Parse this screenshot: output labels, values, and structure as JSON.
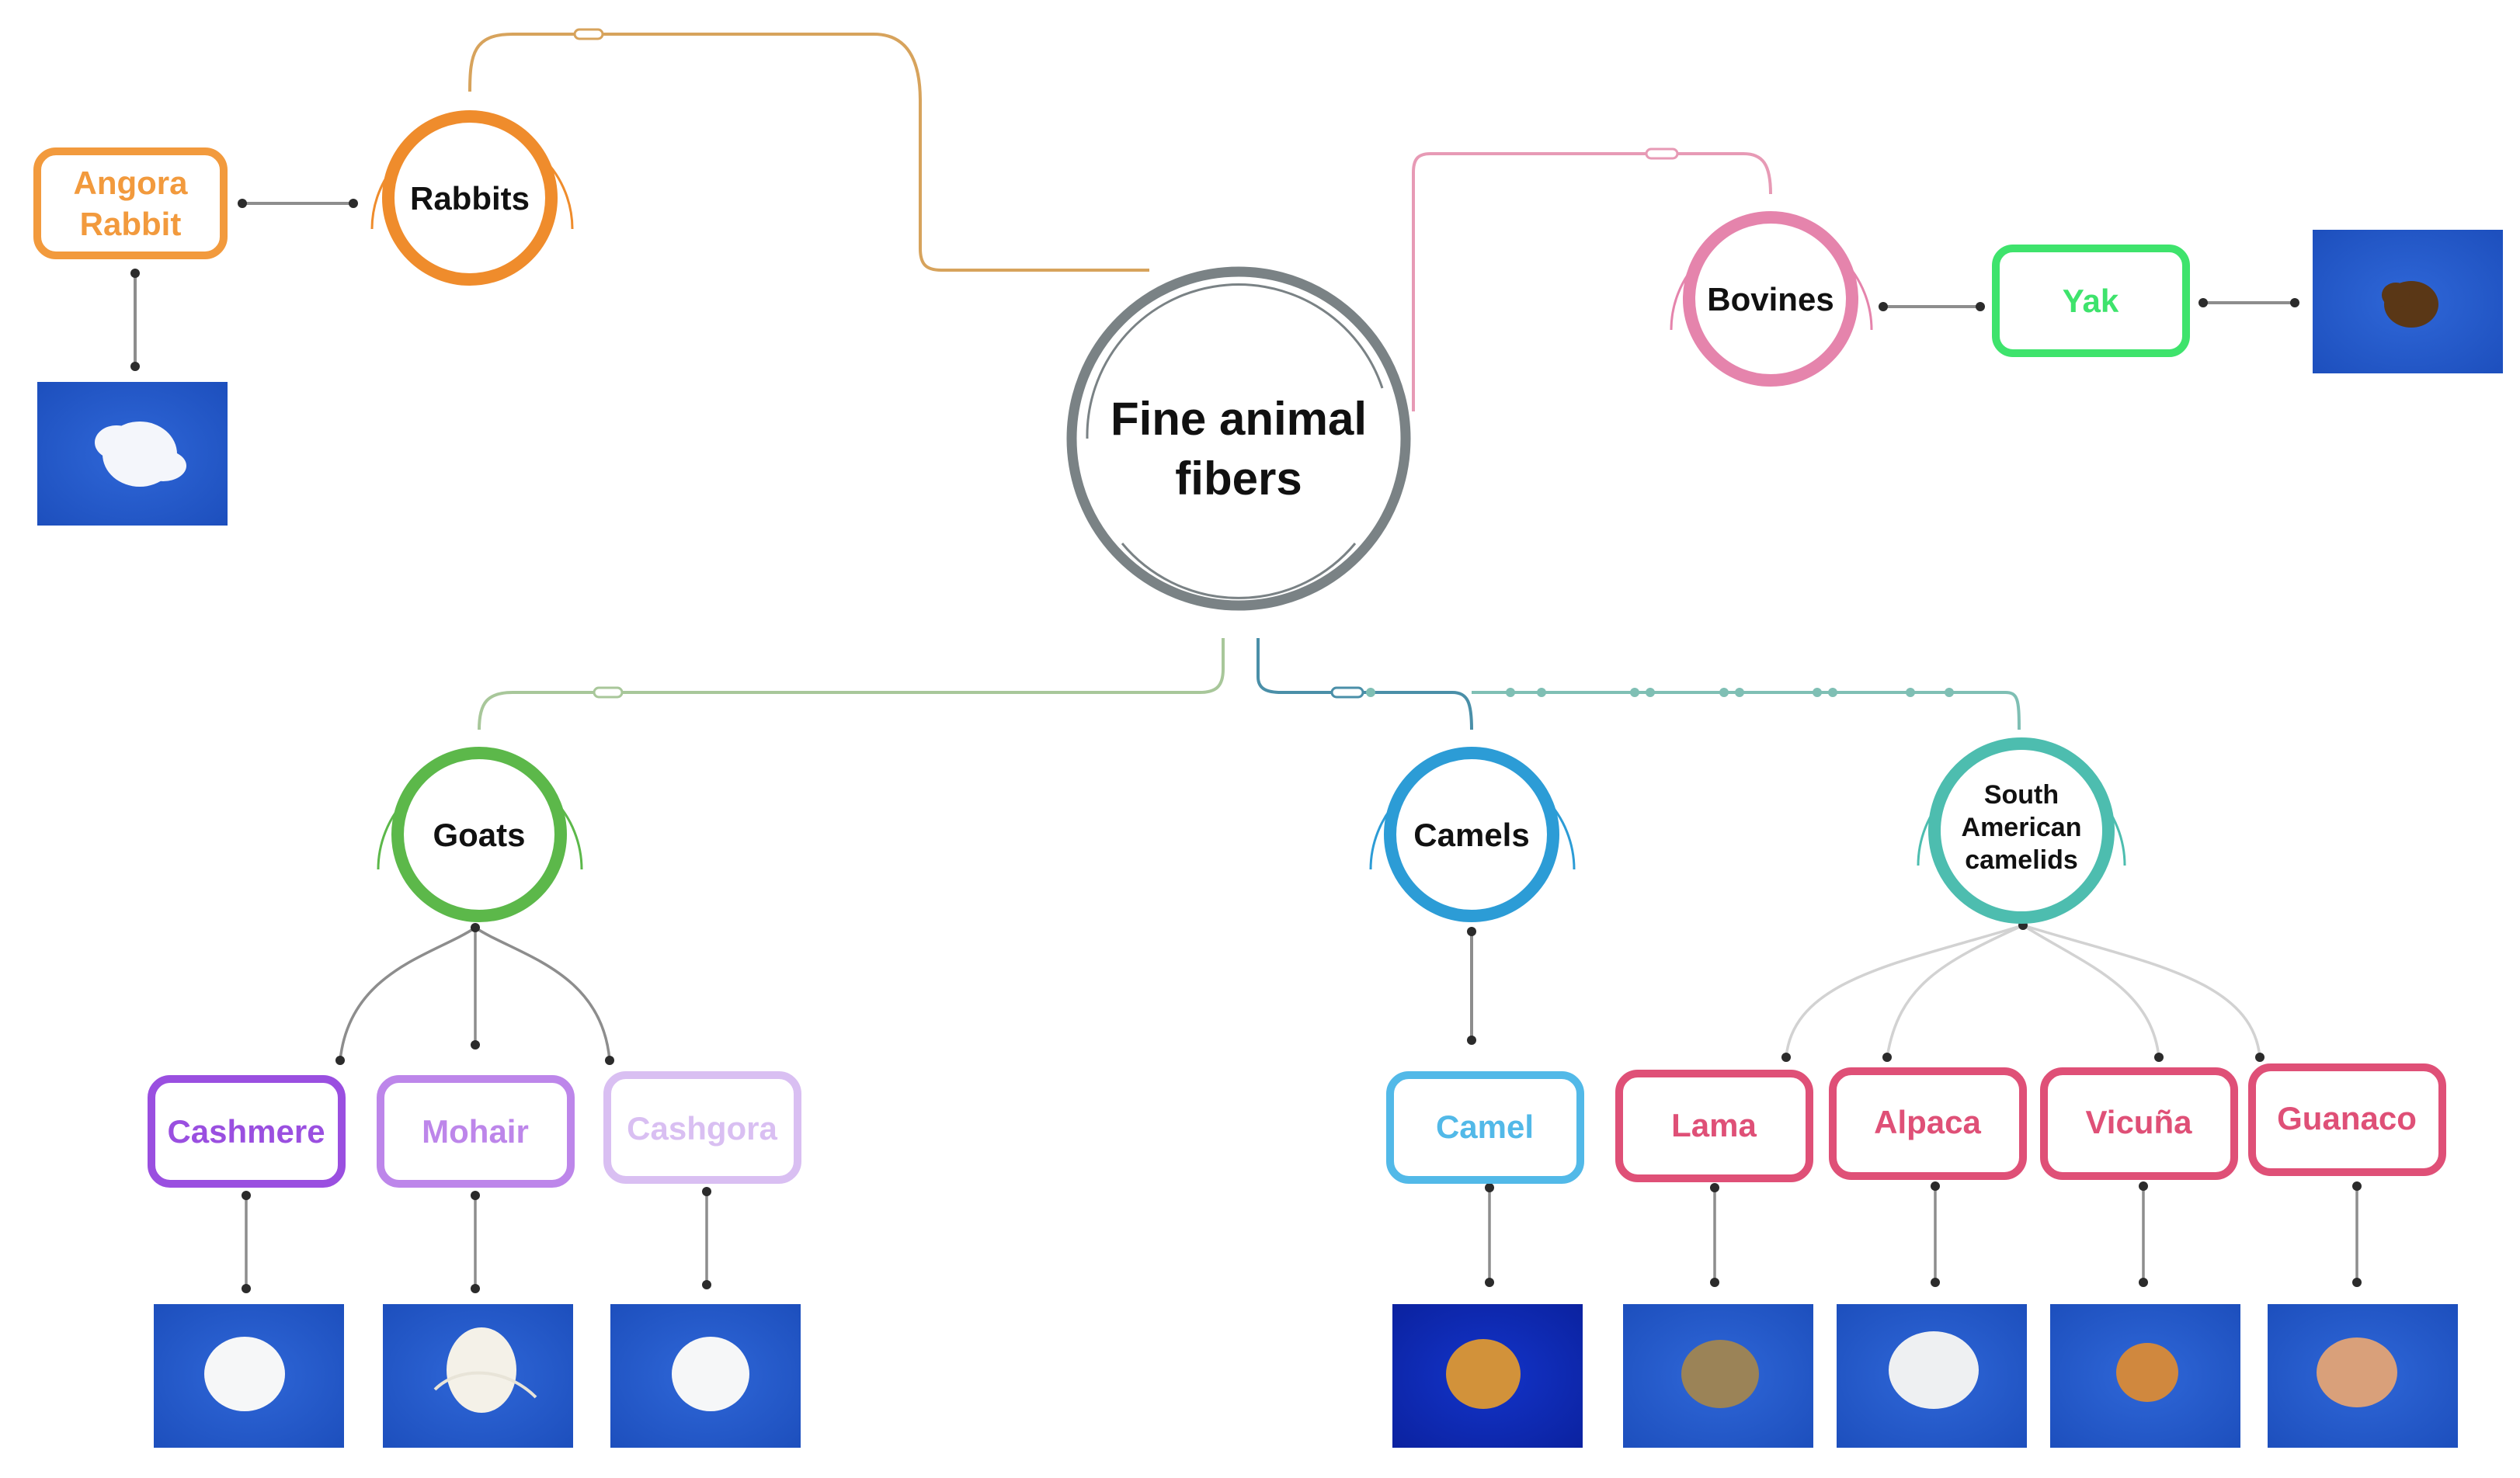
{
  "center": {
    "label_line1": "Fine animal",
    "label_line2": "fibers"
  },
  "groups": {
    "rabbits": {
      "label": "Rabbits",
      "color": "#ef8c2c"
    },
    "bovines": {
      "label": "Bovines",
      "color": "#e584ac"
    },
    "goats": {
      "label": "Goats",
      "color": "#5cb84a"
    },
    "camels": {
      "label": "Camels",
      "color": "#2c9cd6"
    },
    "sac": {
      "label_line1": "South",
      "label_line2": "American",
      "label_line3": "camelids",
      "color": "#4dbdaf"
    }
  },
  "fibers": {
    "angora": {
      "label_line1": "Angora",
      "label_line2": "Rabbit",
      "color": "#f29a3d",
      "sample": "white fluffy"
    },
    "yak": {
      "label": "Yak",
      "color": "#3ee36c",
      "sample": "dark brown"
    },
    "cashmere": {
      "label": "Cashmere",
      "color": "#9a4fe0",
      "sample": "white"
    },
    "mohair": {
      "label": "Mohair",
      "color": "#bd86ea",
      "sample": "white silky"
    },
    "cashgora": {
      "label": "Cashgora",
      "color": "#d9bff2",
      "sample": "white"
    },
    "camel": {
      "label": "Camel",
      "color": "#52b9e8",
      "sample": "golden"
    },
    "lama": {
      "label": "Lama",
      "color": "#df5077",
      "sample": "greyish brown"
    },
    "alpaca": {
      "label": "Alpaca",
      "color": "#df5077",
      "sample": "white"
    },
    "vicuna": {
      "label": "Vicuña",
      "color": "#df5077",
      "sample": "orange"
    },
    "guanaco": {
      "label": "Guanaco",
      "color": "#df5077",
      "sample": "light brown"
    }
  }
}
